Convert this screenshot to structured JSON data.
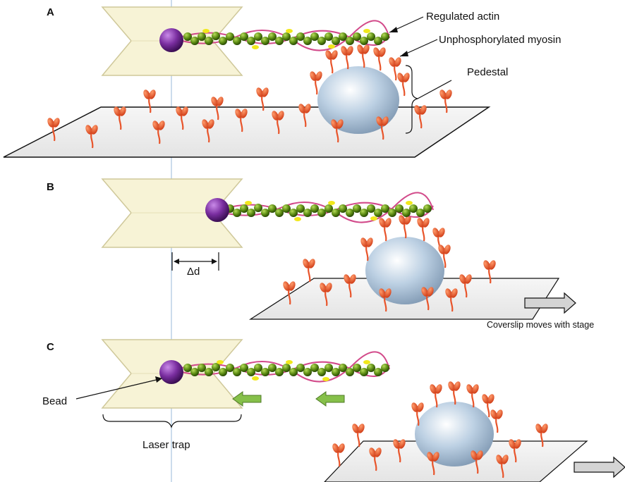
{
  "panels": [
    {
      "letter": "A"
    },
    {
      "letter": "B",
      "displacement_label": "Δd"
    },
    {
      "letter": "C"
    }
  ],
  "labels": {
    "regulated_actin": "Regulated actin",
    "unphosphorylated_myosin": "Unphosphorylated myosin",
    "pedestal": "Pedestal",
    "coverslip_moves": "Coverslip moves with stage",
    "bead": "Bead",
    "laser_trap": "Laser trap"
  },
  "colors": {
    "trap_fill": "#f7f3d6",
    "trap_stroke": "#cfc89a",
    "bead": "#7a2ea0",
    "actin": "#5a8a12",
    "tropomyosin": "#d24a8a",
    "troponin": "#f0e81c",
    "myosin": "#e8542a",
    "pedestal_bead": "#b9cde0",
    "coverslip": "#efefef",
    "arrow_grey": "#d4d4d4",
    "arrow_green": "#86c04a",
    "trap_center_line": "#a9c5e0"
  }
}
